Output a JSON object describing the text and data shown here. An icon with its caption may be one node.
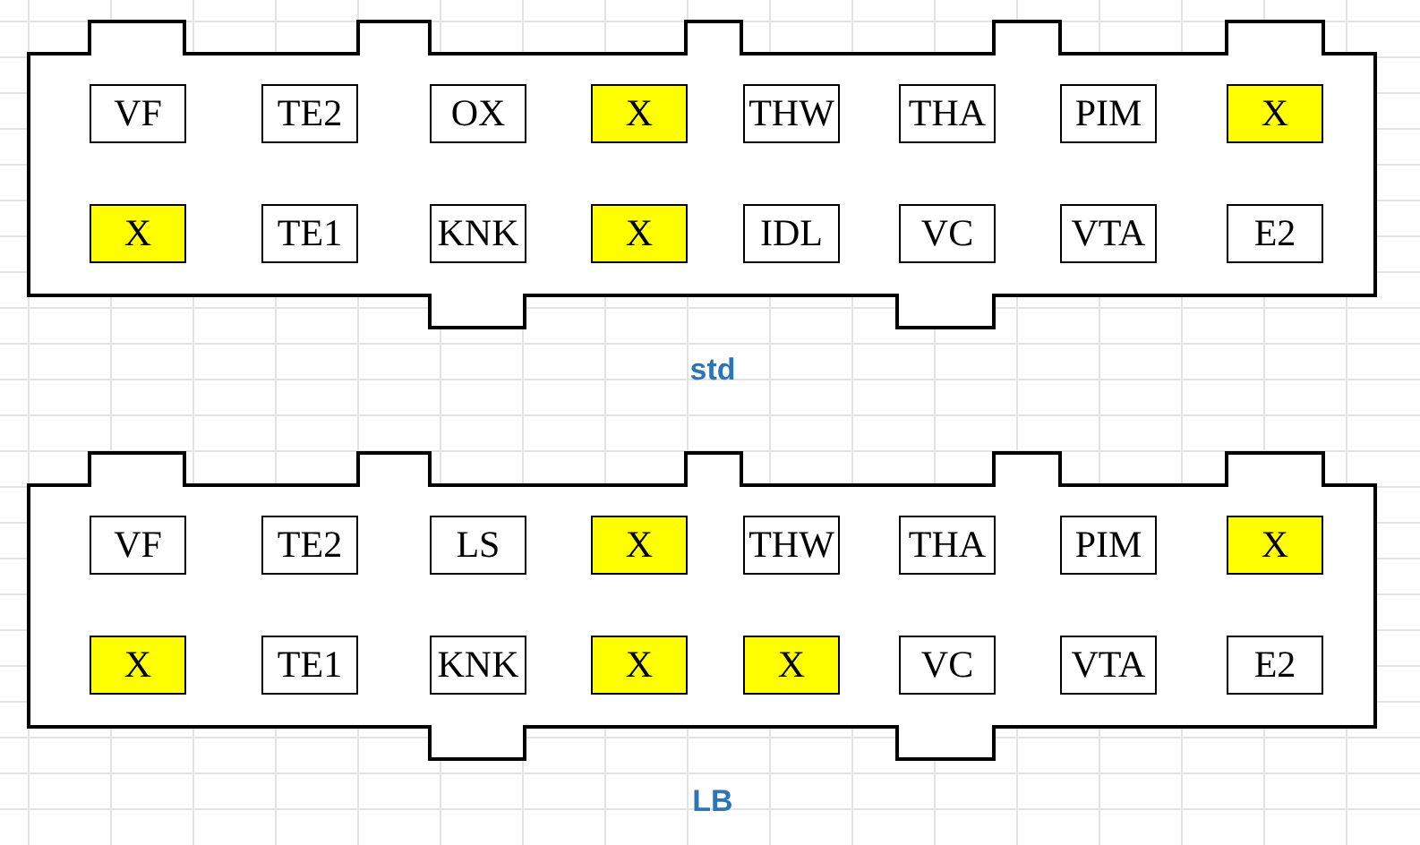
{
  "diagram": {
    "nodes": [
      {
        "text": [],
        "shape": "box",
        "beside": [
          "std"
        ]
      },
      {
        "text": [
          "VF"
        ],
        "in": 0
      },
      {
        "text": [
          "TE2"
        ],
        "in": 0
      },
      {
        "text": [
          "OX"
        ],
        "in": 0
      },
      {
        "text": [
          "X"
        ],
        "in": 0
      },
      {
        "text": [
          "THW"
        ],
        "in": 0
      },
      {
        "text": [
          "THA"
        ],
        "in": 0
      },
      {
        "text": [
          "PIM"
        ],
        "in": 0
      },
      {
        "text": [
          "X"
        ],
        "in": 0
      },
      {
        "text": [
          "X"
        ],
        "in": 0
      },
      {
        "text": [
          "TE1"
        ],
        "in": 0
      },
      {
        "text": [
          "KNK"
        ],
        "in": 0
      },
      {
        "text": [
          "X"
        ],
        "in": 0
      },
      {
        "text": [
          "IDL"
        ],
        "in": 0
      },
      {
        "text": [
          "VC"
        ],
        "in": 0
      },
      {
        "text": [
          "VTA"
        ],
        "in": 0
      },
      {
        "text": [
          "E2"
        ],
        "in": 0
      },
      {
        "text": [],
        "shape": "box",
        "beside": [
          "LB"
        ]
      },
      {
        "text": [
          "VF"
        ],
        "in": 17
      },
      {
        "text": [
          "TE2"
        ],
        "in": 17
      },
      {
        "text": [
          "LS"
        ],
        "in": 17
      },
      {
        "text": [
          "X"
        ],
        "in": 17
      },
      {
        "text": [
          "THW"
        ],
        "in": 17
      },
      {
        "text": [
          "THA"
        ],
        "in": 17
      },
      {
        "text": [
          "PIM"
        ],
        "in": 17
      },
      {
        "text": [
          "X"
        ],
        "in": 17
      },
      {
        "text": [
          "X"
        ],
        "in": 17
      },
      {
        "text": [
          "TE1"
        ],
        "in": 17
      },
      {
        "text": [
          "KNK"
        ],
        "in": 17
      },
      {
        "text": [
          "X"
        ],
        "in": 17
      },
      {
        "text": [
          "X"
        ],
        "in": 17
      },
      {
        "text": [
          "VC"
        ],
        "in": 17
      },
      {
        "text": [
          "VTA"
        ],
        "in": 17
      },
      {
        "text": [
          "E2"
        ],
        "in": 17
      }
    ]
  }
}
